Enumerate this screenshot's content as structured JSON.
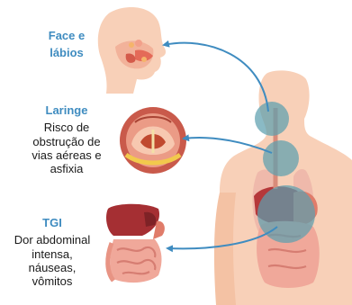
{
  "labels": {
    "face": {
      "title_line1": "Face e",
      "title_line2": "lábios"
    },
    "larynx": {
      "title": "Laringe",
      "desc_line1": "Risco de",
      "desc_line2": "obstrução de",
      "desc_line3": "vias aéreas e",
      "desc_line4": "asfixia"
    },
    "gi": {
      "title": "TGI",
      "desc_line1": "Dor abdominal",
      "desc_line2": "intensa,",
      "desc_line3": "náuseas,",
      "desc_line4": "vômitos"
    }
  },
  "colors": {
    "heading": "#3f8cc0",
    "arrow": "#3f8cc0",
    "skin": "#f8c9ad",
    "highlight": "#5d9fae"
  },
  "icons": {
    "face": "face-profile-icon",
    "larynx": "larynx-icon",
    "gi": "digestive-organs-icon",
    "body": "torso-anatomy-icon"
  }
}
